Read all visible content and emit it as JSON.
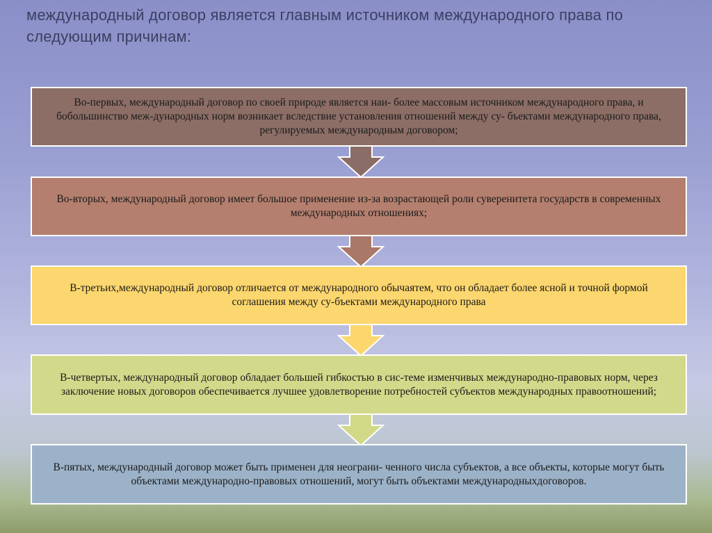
{
  "title": "международный договор является главным источником международного права по   следующим причинам:",
  "boxes": [
    {
      "text": "Во-первых, международный договор  по  своей  природе является наи-  более массовым источником международного права, и  бобольшинство меж-дународных норм возникает вследствие установления отношений между су- бъектами международного права, регулируемых международным договором;",
      "color": "#8c6e66"
    },
    {
      "text": "Во-вторых,  международный договор имеет большое применение из-за возрастающей роли суверенитета государств в современных международных отношениях;",
      "color": "#b47f6e"
    },
    {
      "text": "В-третьих,международный договор отличается от международного обычаятем, что он обладает более  ясной и  точной   формой соглашения между су-бъектами международного права",
      "color": "#fcd66e"
    },
    {
      "text": "В-четвертых, международный договор обладает большей гибкостью в сис-теме   изменчивых международно-правовых норм, через   заключение новых договоров обеспечивается  лучшее   удовлетворение потребностей субъектов международных правоотношений;",
      "color": "#d2d98a"
    },
    {
      "text": "В-пятых, международный договор может быть применен для неограни- ченного числа субъектов, а все объекты,     которые      могут быть объектами международно-правовых отношений, могут быть объектами международныхдоговоров.",
      "color": "#9cb2c8"
    }
  ]
}
